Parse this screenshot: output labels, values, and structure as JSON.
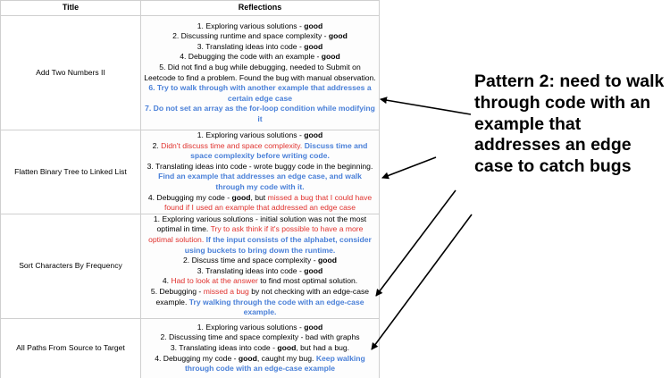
{
  "table": {
    "headers": {
      "title": "Title",
      "reflections": "Reflections"
    },
    "rows": [
      {
        "title": "Add Two Numbers II",
        "lines": [
          [
            {
              "t": "1. Exploring various solutions - "
            },
            {
              "t": "good",
              "s": "b"
            }
          ],
          [
            {
              "t": "2. Discussing runtime and space complexity - "
            },
            {
              "t": "good",
              "s": "b"
            }
          ],
          [
            {
              "t": "3. Translating ideas into code - "
            },
            {
              "t": "good",
              "s": "b"
            }
          ],
          [
            {
              "t": "4. Debugging the code with an example - "
            },
            {
              "t": "good",
              "s": "b"
            }
          ],
          [
            {
              "t": "5. Did not find a bug while debugging, needed to Submit on Leetcode to find a problem. Found the bug with manual observation."
            }
          ],
          [
            {
              "t": "6. Try to walk through with another example that addresses a certain edge case",
              "s": "blue"
            }
          ],
          [
            {
              "t": "7. Do not set an array as the for-loop condition while modifying it",
              "s": "blue"
            }
          ]
        ]
      },
      {
        "title": "Flatten Binary Tree to Linked List",
        "lines": [
          [
            {
              "t": "1. Exploring various solutions - "
            },
            {
              "t": "good",
              "s": "b"
            }
          ],
          [
            {
              "t": "2. "
            },
            {
              "t": "Didn't discuss time and space complexity. ",
              "s": "red"
            },
            {
              "t": "Discuss time and space complexity before writing code.",
              "s": "blue"
            }
          ],
          [
            {
              "t": "3. Translating ideas into code - wrote buggy code in the beginning. "
            },
            {
              "t": "Find an example that addresses an edge case, and walk through my code with it.",
              "s": "blue"
            }
          ],
          [
            {
              "t": "4. Debugging my code - "
            },
            {
              "t": "good",
              "s": "b"
            },
            {
              "t": ", but "
            },
            {
              "t": "missed a bug that I could have found if I used an example that addressed an edge case",
              "s": "red"
            }
          ]
        ]
      },
      {
        "title": "Sort Characters By Frequency",
        "lines": [
          [
            {
              "t": "1. Exploring various solutions - initial solution was not the most optimal in time. "
            },
            {
              "t": "Try to ask think if it's possible to have a more optimal solution.",
              "s": "red"
            },
            {
              "t": " "
            },
            {
              "t": "If the input consists of the alphabet, consider using buckets to bring down the runtime.",
              "s": "blue"
            }
          ],
          [
            {
              "t": "2. Discuss time and space complexity - "
            },
            {
              "t": "good",
              "s": "b"
            }
          ],
          [
            {
              "t": "3. Translating ideas into code - "
            },
            {
              "t": "good",
              "s": "b"
            }
          ],
          [
            {
              "t": "4. "
            },
            {
              "t": "Had to look at the answer",
              "s": "red"
            },
            {
              "t": " to find most optimal solution."
            }
          ],
          [
            {
              "t": "5. Debugging - "
            },
            {
              "t": "missed a bug",
              "s": "red"
            },
            {
              "t": " by not checking with an edge-case example. "
            },
            {
              "t": "Try walking through the code with an edge-case example.",
              "s": "blue"
            }
          ]
        ]
      },
      {
        "title": "All Paths From Source to Target",
        "lines": [
          [
            {
              "t": "1. Exploring various solutions - "
            },
            {
              "t": "good",
              "s": "b"
            }
          ],
          [
            {
              "t": "2. Discussing time and space complexity - bad with graphs"
            }
          ],
          [
            {
              "t": "3. Translating ideas into code - "
            },
            {
              "t": "good",
              "s": "b"
            },
            {
              "t": ", but had a bug."
            }
          ],
          [
            {
              "t": "4. Debugging my code - "
            },
            {
              "t": "good",
              "s": "b"
            },
            {
              "t": ", caught my bug. "
            },
            {
              "t": "Keep walking through code with an edge-case example",
              "s": "blue"
            }
          ]
        ]
      }
    ]
  },
  "annotation": {
    "text": "Pattern 2: need to walk through code with an example that addresses an edge case to catch bugs"
  },
  "colors": {
    "red_text": "#e0322e",
    "blue_text": "#4a80d8",
    "grid": "#cfcfcf"
  }
}
